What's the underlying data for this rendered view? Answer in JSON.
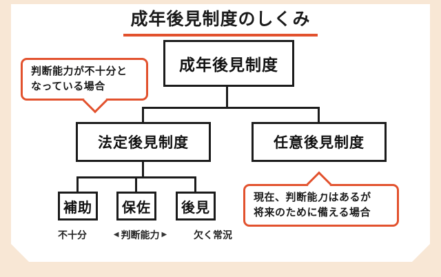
{
  "title": "成年後見制度のしくみ",
  "colors": {
    "accent": "#e2512d",
    "frame_bg": "#f8e7d5",
    "line": "#1b1b1b"
  },
  "tree": {
    "root": "成年後見制度",
    "legal": "法定後見制度",
    "voluntary": "任意後見制度",
    "types": [
      "補助",
      "保佐",
      "後見"
    ]
  },
  "scale": {
    "left": "不十分",
    "left_arrow": "◀",
    "center": "判断能力",
    "right_arrow": "▶",
    "right": "欠く常況"
  },
  "callouts": {
    "legal": {
      "line1": "判断能力が不十分と",
      "line2": "なっている場合"
    },
    "voluntary": {
      "line1": "現在、判断能力はあるが",
      "line2": "将来のために備える場合"
    }
  }
}
